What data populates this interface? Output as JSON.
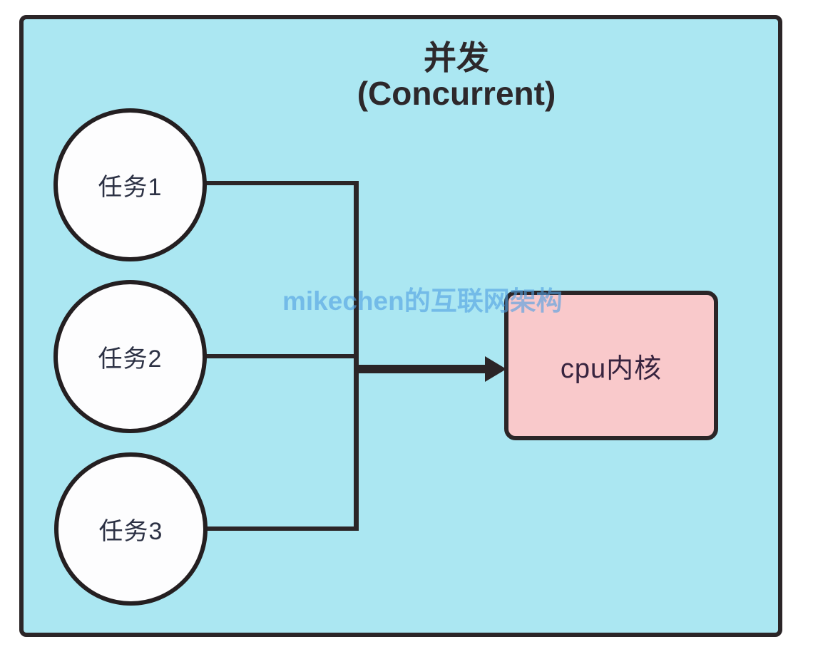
{
  "diagram": {
    "title_line1": "并发",
    "title_line2": "(Concurrent)",
    "tasks": [
      {
        "label": "任务1"
      },
      {
        "label": "任务2"
      },
      {
        "label": "任务3"
      }
    ],
    "cpu_label": "cpu内核",
    "watermark": "mikechen的互联网架构",
    "edges": [
      {
        "from": "任务1",
        "to": "cpu内核"
      },
      {
        "from": "任务2",
        "to": "cpu内核"
      },
      {
        "from": "任务3",
        "to": "cpu内核"
      }
    ],
    "colors": {
      "frame_fill": "#abe7f2",
      "frame_border": "#2b2527",
      "node_fill": "#fdfdfe",
      "node_border": "#241f21",
      "cpu_fill": "#f9c9cb",
      "task_text": "#2c3144",
      "cpu_text": "#38243f",
      "title_text": "#2d282b",
      "watermark_color": "rgba(80,160,226,0.62)"
    }
  }
}
